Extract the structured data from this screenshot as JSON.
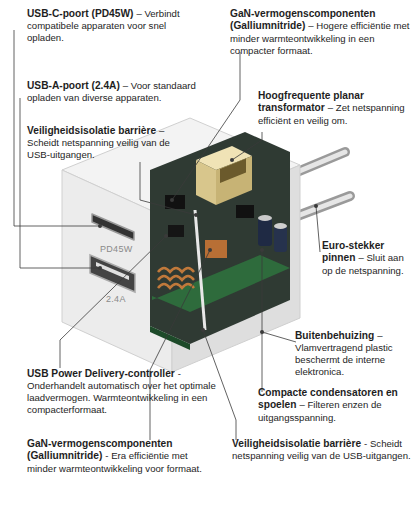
{
  "diagram": {
    "labels": [
      "USB-C-poort (PD45W)",
      "– Verbindt compatibele apparaten voor snel opladen.",
      "GaN-vermogenscomponenten (Galliumnitride)",
      "– Hogere efficiëntie met minder warmteontwikkeling in een compacter formaat.",
      "USB-A-poort (2.4A)",
      "– Voor standaard opladen van diverse apparaten.",
      "Hoogfrequente planar transformator",
      "– Zet netspanning efficiënt en veilig om.",
      "Veiligheidsisolatie barrière",
      "– Scheidt netspanning veilig van de USB-uitgangen.",
      "PD45W",
      "Euro-stekker pinnen",
      "– Sluit aan op de netspanning.",
      "2.4A",
      "Buitenbehuizing",
      "– Vlamvertragend plastic beschermt de interne elektronica.",
      "USB Power Delivery-controller",
      "- Onderhandelt automatisch over het optimale laadvermogen. Warmteontwikkeling in een compacterformaat.",
      "Compacte condensatoren en spoelen",
      "– Filteren enzen de uitgangsspanning.",
      "GaN-vermogenscomponenten (Galliumnitride)",
      "- Era efficiëntie met minder warmteontwikkeling voor formaat.",
      "Veiligheidsisolatie barrière",
      "- Scheidt netspanning veilig van de USB-uitgangen."
    ]
  }
}
